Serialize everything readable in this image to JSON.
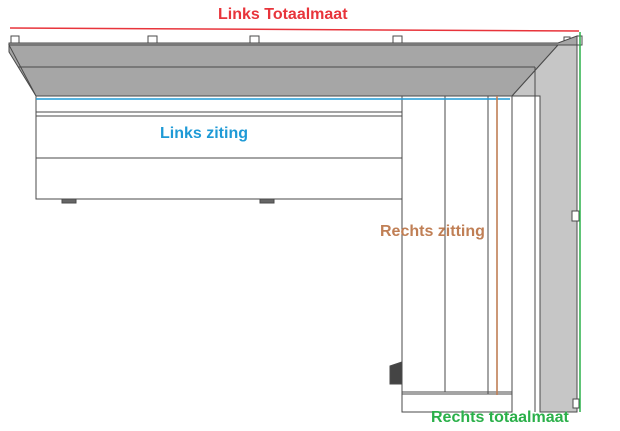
{
  "labels": {
    "left_total": "Links Totaalmaat",
    "left_seat": "Links ziting",
    "right_seat": "Rechts zitting",
    "right_total": "Rechts totaalmaat"
  },
  "colors": {
    "left_total": "#e8343b",
    "left_seat": "#1e9ad6",
    "right_seat": "#c07f55",
    "right_total": "#2bb04a",
    "outline": "#4a4a4a",
    "top_face": "#a6a6a6",
    "side_face": "#c6c6c6",
    "seat_face": "#ffffff"
  }
}
